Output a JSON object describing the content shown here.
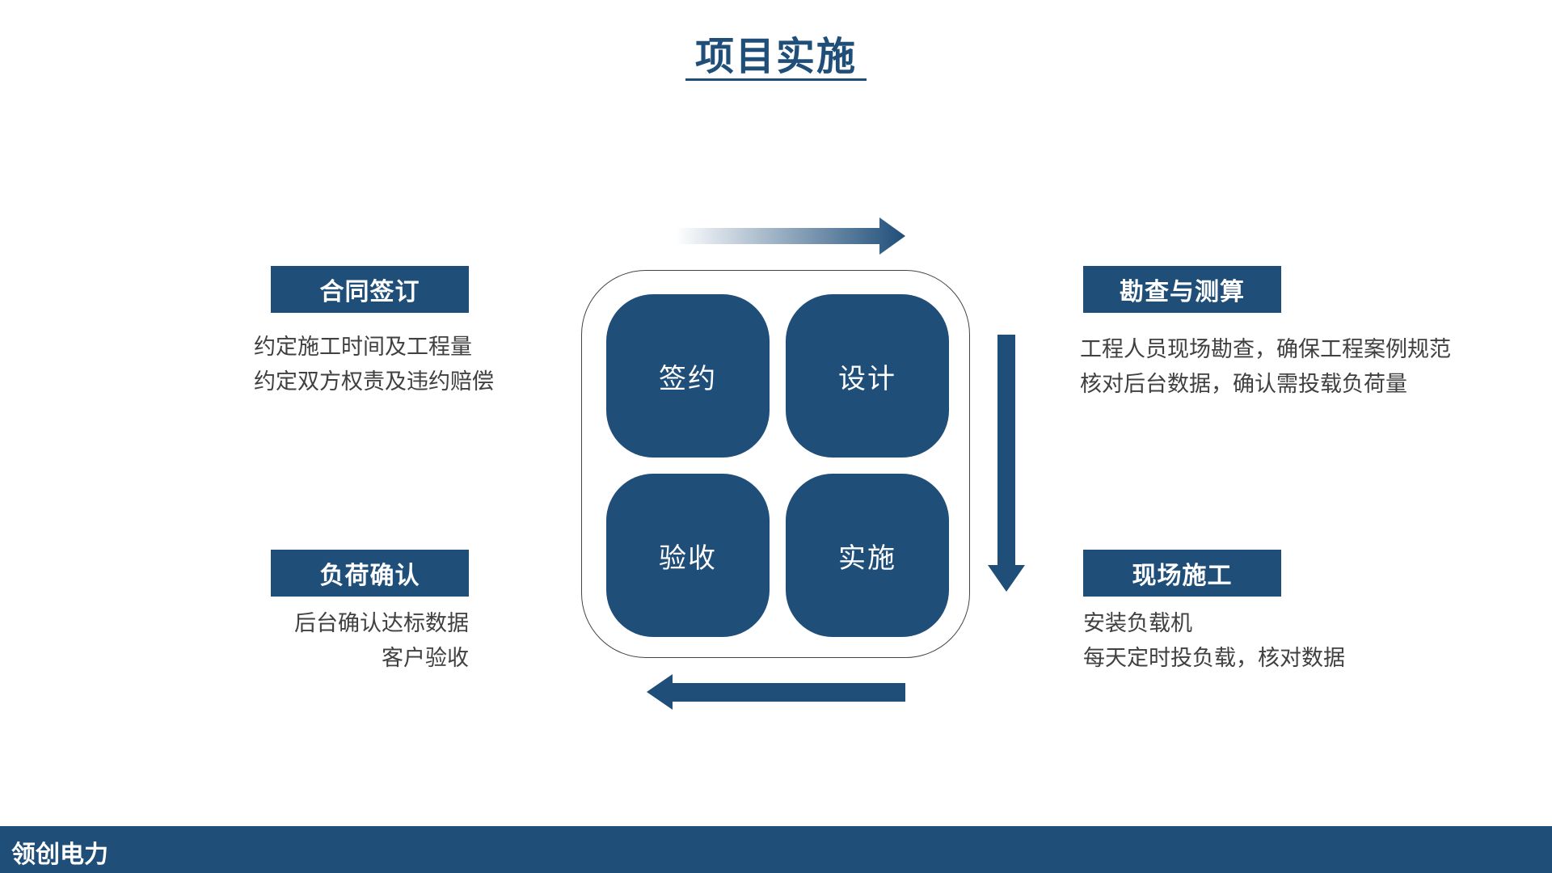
{
  "title": "项目实施",
  "tiles": {
    "top_left": "签约",
    "top_right": "设计",
    "bottom_left": "验收",
    "bottom_right": "实施"
  },
  "steps": {
    "contract": {
      "label": "合同签订",
      "lines": [
        "约定施工时间及工程量",
        "约定双方权责及违约赔偿"
      ]
    },
    "survey": {
      "label": "勘查与测算",
      "lines": [
        "工程人员现场勘查，确保工程案例规范",
        "核对后台数据，确认需投载负荷量"
      ]
    },
    "load_confirm": {
      "label": "负荷确认",
      "lines": [
        "后台确认达标数据",
        "客户验收"
      ]
    },
    "construction": {
      "label": "现场施工",
      "lines": [
        "安装负载机",
        "每天定时投负载，核对数据"
      ]
    }
  },
  "footer": {
    "brand": "领创电力"
  },
  "colors": {
    "primary": "#1f4e79",
    "text": "#404040",
    "background": "#ffffff"
  }
}
